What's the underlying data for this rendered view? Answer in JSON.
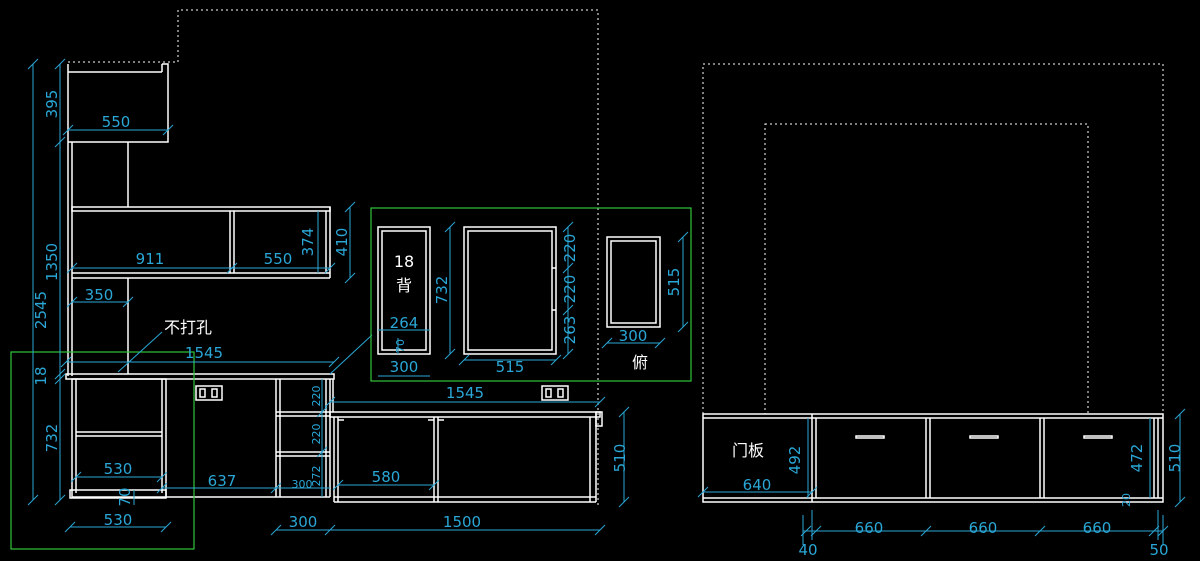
{
  "colors": {
    "background": "#000000",
    "outline": "#ffffff",
    "dimension": "#2aa7d6",
    "callout_box": "#2ec43a"
  },
  "labels": {
    "no_drill": "不打孔",
    "back_18": "18",
    "back_char": "背",
    "top_view": "俯",
    "door_panel": "门板"
  },
  "dims": {
    "h2545": "2545",
    "h395": "395",
    "w550a": "550",
    "h1350": "1350",
    "w911": "911",
    "w550b": "550",
    "h374": "374",
    "h410": "410",
    "w350": "350",
    "w1545a": "1545",
    "h18": "18",
    "h732a": "732",
    "w530a": "530",
    "w637": "637",
    "d70a": "70",
    "w530b": "530",
    "h220a": "220",
    "h220b": "220",
    "h272": "272",
    "w300s": "300",
    "w580": "580",
    "w1545b": "1545",
    "h510a": "510",
    "w300b": "300",
    "w1500": "1500",
    "d264": "264",
    "d70b": "70",
    "w300d": "300",
    "h732b": "732",
    "w515a": "515",
    "h220c": "220",
    "h220d": "220",
    "h263": "263",
    "w300e": "300",
    "h515b": "515",
    "h492": "492",
    "w640": "640",
    "w660a": "660",
    "w660b": "660",
    "w660c": "660",
    "h472": "472",
    "h20": "20",
    "h510b": "510",
    "w40": "40",
    "w50": "50"
  }
}
